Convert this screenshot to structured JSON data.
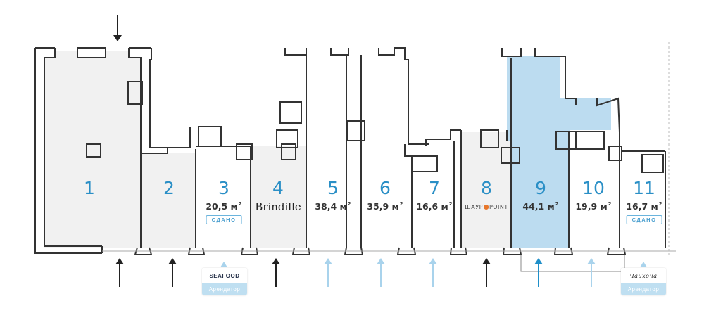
{
  "title": "Floor plan — commercial units",
  "colors": {
    "accent_number": "#2a8fc6",
    "selected_fill": "#bcdcf0",
    "occupied_fill": "#f1f1f1",
    "free_fill": "#ffffff",
    "entrance_active": "#1f8fc9",
    "entrance_free": "#a9d3ec",
    "entrance_occupied": "#222222"
  },
  "units": [
    {
      "number": "1",
      "status": "occupied",
      "area": null,
      "brand": null
    },
    {
      "number": "2",
      "status": "occupied",
      "area": null,
      "brand": null
    },
    {
      "number": "3",
      "status": "leased",
      "area": "20,5 м",
      "area_unit_sup": "2",
      "badge": "СДАНО"
    },
    {
      "number": "4",
      "status": "occupied",
      "area": null,
      "brand": "Brindille"
    },
    {
      "number": "5",
      "status": "available",
      "area": "38,4 м",
      "area_unit_sup": "2"
    },
    {
      "number": "6",
      "status": "available",
      "area": "35,9 м",
      "area_unit_sup": "2"
    },
    {
      "number": "7",
      "status": "available",
      "area": "16,6 м",
      "area_unit_sup": "2"
    },
    {
      "number": "8",
      "status": "occupied",
      "area": null,
      "brand_left": "ШАУР",
      "brand_right": "POINT"
    },
    {
      "number": "9",
      "status": "selected",
      "area": "44,1 м",
      "area_unit_sup": "2"
    },
    {
      "number": "10",
      "status": "available",
      "area": "19,9 м",
      "area_unit_sup": "2"
    },
    {
      "number": "11",
      "status": "leased",
      "area": "16,7 м",
      "area_unit_sup": "2",
      "badge": "СДАНО"
    }
  ],
  "tenants": [
    {
      "unit": "3",
      "logo": "SEAFOOD",
      "label": "Арендатор"
    },
    {
      "unit": "11",
      "logo": "Чайхона",
      "label": "Арендатор"
    }
  ],
  "entrances": [
    {
      "unit": "1",
      "type": "occupied"
    },
    {
      "unit": "1-top",
      "type": "occupied"
    },
    {
      "unit": "2",
      "type": "occupied"
    },
    {
      "unit": "4",
      "type": "occupied"
    },
    {
      "unit": "5",
      "type": "free"
    },
    {
      "unit": "6",
      "type": "free"
    },
    {
      "unit": "7",
      "type": "free"
    },
    {
      "unit": "8",
      "type": "occupied"
    },
    {
      "unit": "9",
      "type": "active"
    },
    {
      "unit": "10",
      "type": "free"
    }
  ]
}
